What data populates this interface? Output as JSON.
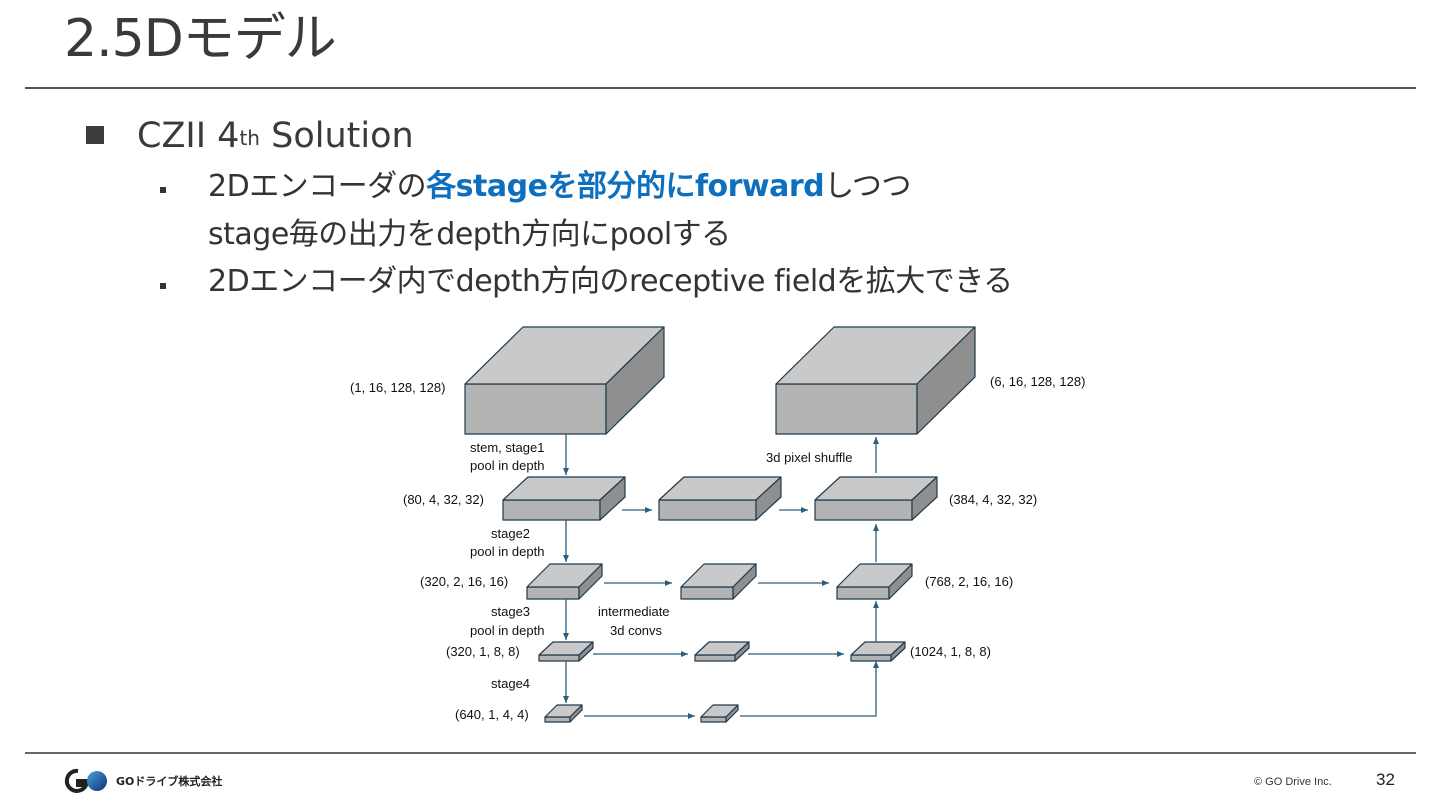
{
  "slide": {
    "title": "2.5Dモデル",
    "heading_main": "CZII 4",
    "heading_sup": "th",
    "heading_rest": " Solution",
    "bullets": [
      {
        "pre": "2Dエンコーダの",
        "highlight": "各stageを部分的にforward",
        "post": "しつつ"
      },
      {
        "text": "stage毎の出力をdepth方向にpoolする"
      },
      {
        "text": "2Dエンコーダ内でdepth方向のreceptive fieldを拡大できる"
      }
    ],
    "colors": {
      "highlight": "#0f6fbf",
      "box_face": "#b3b3b3",
      "box_top": "#c9c9c9",
      "box_side": "#8f8f8f",
      "edge": "#1f3b4d",
      "arrow": "#2a5f80"
    }
  },
  "diagram": {
    "shapes": [
      {
        "id": "in",
        "label": "(1, 16, 128, 128)"
      },
      {
        "id": "out",
        "label": "(6, 16, 128, 128)"
      },
      {
        "id": "s1",
        "label": "(80, 4, 32, 32)"
      },
      {
        "id": "d1",
        "label": "(384, 4, 32, 32)"
      },
      {
        "id": "s2",
        "label": "(320, 2, 16, 16)"
      },
      {
        "id": "d2",
        "label": "(768, 2, 16, 16)"
      },
      {
        "id": "s3",
        "label": "(320, 1, 8, 8)"
      },
      {
        "id": "d3",
        "label": "(1024, 1, 8, 8)"
      },
      {
        "id": "s4",
        "label": "(640, 1, 4, 4)"
      }
    ],
    "notes": {
      "stem_1": "stem, stage1",
      "stem_2": "pool in depth",
      "stage2_1": "stage2",
      "stage2_2": "pool in depth",
      "stage3_1": "stage3",
      "stage3_2": "pool in depth",
      "stage4": "stage4",
      "inter_1": "intermediate",
      "inter_2": "3d convs",
      "shuffle": "3d pixel shuffle"
    }
  },
  "footer": {
    "logo_text": "GOドライブ株式会社",
    "copyright": "© GO Drive Inc.",
    "page_number": "32"
  }
}
